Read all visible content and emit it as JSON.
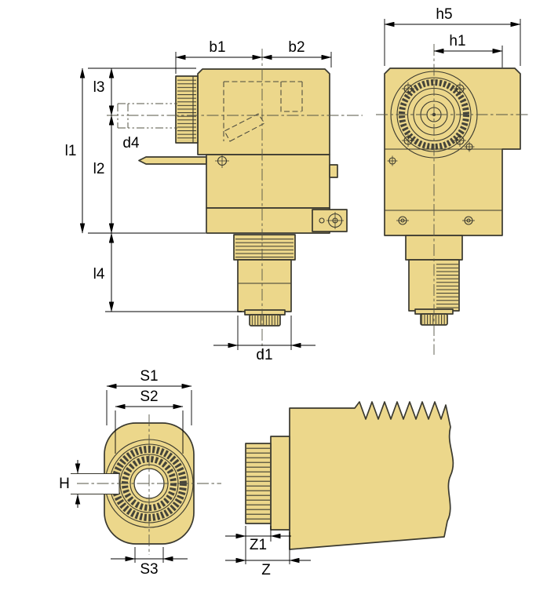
{
  "drawing": {
    "labels": {
      "b1": "b1",
      "b2": "b2",
      "l1": "l1",
      "l2": "l2",
      "l3": "l3",
      "l4": "l4",
      "d4": "d4",
      "d1": "d1",
      "h5": "h5",
      "h1": "h1",
      "S1": "S1",
      "S2": "S2",
      "S3": "S3",
      "H": "H",
      "Z1": "Z1",
      "Z": "Z"
    },
    "colors": {
      "body": "#ecd78b",
      "outline": "#3a392f",
      "dimension": "#000000",
      "background": "#ffffff"
    }
  }
}
